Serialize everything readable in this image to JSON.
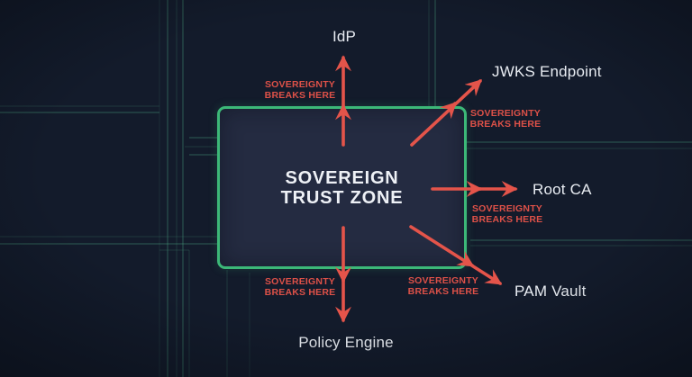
{
  "palette": {
    "background": "#131b2b",
    "box_fill": "#242b41",
    "box_border_green": "#3cb878",
    "arrow_red": "#e4544a",
    "break_label_red": "#dd5148",
    "text_white": "#e9edf3",
    "circuit_teal": "#3c7d68"
  },
  "trust_zone": {
    "title": "SOVEREIGN\nTRUST ZONE"
  },
  "nodes": [
    {
      "id": "idp",
      "label": "IdP"
    },
    {
      "id": "jwks-endpoint",
      "label": "JWKS Endpoint"
    },
    {
      "id": "root-ca",
      "label": "Root CA"
    },
    {
      "id": "pam-vault",
      "label": "PAM Vault"
    },
    {
      "id": "policy-engine",
      "label": "Policy Engine"
    }
  ],
  "break_labels": [
    {
      "at": "idp",
      "text": "SOVEREIGNTY\nBREAKS HERE"
    },
    {
      "at": "jwks-endpoint",
      "text": "SOVEREIGNTY\nBREAKS HERE"
    },
    {
      "at": "root-ca",
      "text": "SOVEREIGNTY\nBREAKS HERE"
    },
    {
      "at": "pam-vault",
      "text": "SOVEREIGNTY\nBREAKS HERE"
    },
    {
      "at": "policy-engine",
      "text": "SOVEREIGNTY\nBREAKS HERE"
    }
  ]
}
